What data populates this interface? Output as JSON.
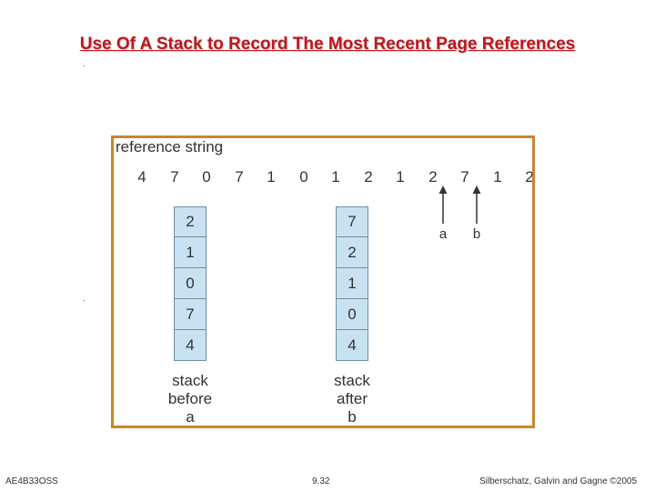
{
  "slide": {
    "title": "Use Of A Stack to Record The Most Recent Page References"
  },
  "figure": {
    "label": "reference string",
    "reference_string": [
      "4",
      "7",
      "0",
      "7",
      "1",
      "0",
      "1",
      "2",
      "1",
      "2",
      "7",
      "1",
      "2"
    ],
    "stack_before": {
      "cells": [
        "2",
        "1",
        "0",
        "7",
        "4"
      ],
      "caption": [
        "stack",
        "before",
        "a"
      ]
    },
    "stack_after": {
      "cells": [
        "7",
        "2",
        "1",
        "0",
        "4"
      ],
      "caption": [
        "stack",
        "after",
        "b"
      ]
    },
    "markers": {
      "a": "a",
      "b": "b"
    },
    "colors": {
      "frame": "#c8862d",
      "cell_fill": "#c8e2f2",
      "title": "#c0171d"
    }
  },
  "footer": {
    "left": "AE4B33OSS",
    "center": "9.32",
    "right": "Silberschatz, Galvin and Gagne ©2005"
  }
}
